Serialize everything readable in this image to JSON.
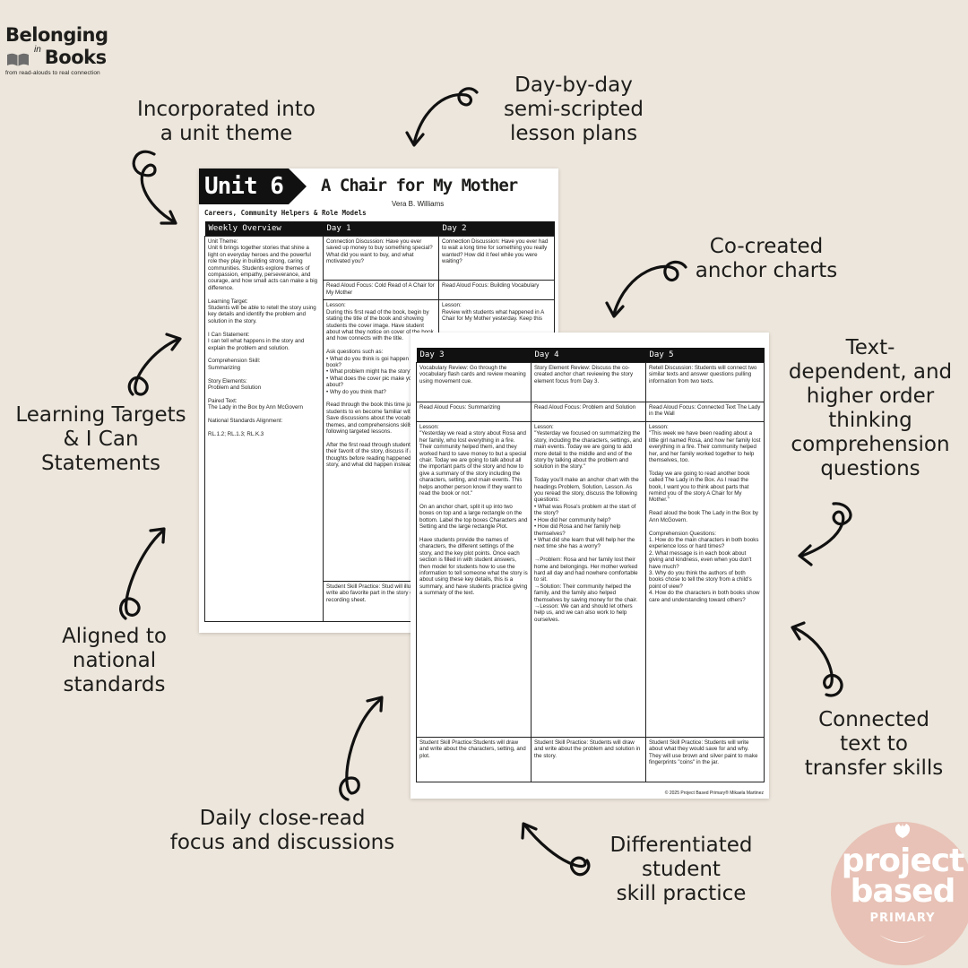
{
  "logo": {
    "line1": "Belonging",
    "small": "in",
    "line2": "Books",
    "tagline": "from read-alouds to real connection"
  },
  "callouts": {
    "unit_theme": "Incorporated into\na unit theme",
    "lesson_plans": "Day-by-day\nsemi-scripted\nlesson plans",
    "anchor_charts": "Co-created\nanchor charts",
    "text_dependent": "Text-\ndependent, and\nhigher order\nthinking\ncomprehension\nquestions",
    "learning_targets": "Learning Targets\n& I Can\nStatements",
    "national_standards": "Aligned to\nnational\nstandards",
    "connected_text": "Connected\ntext to\ntransfer skills",
    "close_read": "Daily close-read\nfocus and discussions",
    "differentiated": "Differentiated\nstudent\nskill practice"
  },
  "page1": {
    "unit": "Unit 6",
    "title": "A Chair for My Mother",
    "author": "Vera B. Williams",
    "theme_line": "Careers, Community Helpers & Role Models",
    "headers": [
      "Weekly Overview",
      "Day 1",
      "Day 2"
    ],
    "overview": "Unit Theme:\nUnit 6 brings together stories that shine a light on everyday heroes and the powerful role they play in building strong, caring communities. Students explore themes of compassion, empathy, perseverance, and courage, and how small acts can make a big difference.\n\nLearning Target:\nStudents will be able to retell the story using key details and identify the problem and solution in the story.\n\nI Can Statement:\nI can tell what happens in the story and explain the problem and solution.\n\nComprehension Skill:\nSummarizing\n\nStory Elements:\nProblem and Solution\n\nPaired Text:\nThe Lady in the Box by Ann McGovern\n\nNational Standards Alignment:\n\nRL.1.2; RL.1.3; RL.K.3",
    "day1": [
      "Connection Discussion: Have you ever saved up money to buy something special? What did you want to buy, and what motivated you?",
      "Read Aloud Focus: Cold Read of A Chair for My Mother",
      "Lesson:\nDuring this first read of the book, begin by stating the title of the book and showing students the cover image. Have student about what they notice on cover of the book and how connects with the title.\n\nAsk questions such as:\n•  What do you think is goi happen in this book?\n•  What problem might ha the story?\n•  What does the cover pic make you think about?\n•  Why do you think that?\n\nRead through the book this time just for students to en become familiar with the s Save discussions about the vocabulary, themes, and comprehensions skills for following targeted lessons.\n\nAfter the first read through students share their favorit of the story, discuss if any c thoughts before reading happened in the story, and what did happen instead, c",
      "Student Skill Practice: Stud will illustrate and write abo favorite part in the story or day 1 recording sheet."
    ],
    "day2": [
      "Connection Discussion: Have you ever had to wait a long time for something you really wanted? How did it feel while you were waiting?",
      "Read Aloud Focus: Building Vocabulary",
      "Lesson:\nReview with students what happened in A Chair for My Mother yesterday. Keep this"
    ]
  },
  "page2": {
    "headers": [
      "Day 3",
      "Day 4",
      "Day 5"
    ],
    "day3": [
      "Vocabulary Review: Go through the vocabulary flash cards and review meaning using movement cue.",
      "Read Aloud Focus: Summarizing",
      "Lesson:\n\"Yesterday we read a story about Rosa and her family, who lost everything in a fire. Their community helped them, and they worked hard to save money to but a special chair. Today we are going to talk about all the important parts of the story and how to give a summary of the story including the characters, setting, and main events. This helps another person know if they want to read the book or not.\"\n\nOn an anchor chart, split it up into two boxes on top and a large rectangle on the bottom. Label the top boxes Characters and Setting and the large rectangle Plot.\n\nHave students provide the names of characters, the different settings of the story, and the key plot points. Once each section is filled in with student answers, then model for students how to use the information to tell someone what the story is about using these key details, this is a summary, and have students practice giving a summary of the text.",
      "Student Skill Practice:Students will draw and write about the characters, setting, and plot."
    ],
    "day4": [
      "Story Element Review: Discuss the co-created anchor chart reviewing the story element focus from Day 3.",
      "Read Aloud Focus: Problem and Solution",
      "Lesson:\n\"Yesterday we focused on summarizing the story, including the characters, settings, and main events. Today we are going to add more detail to the middle and end of the story by talking about the problem and solution in the story.\"\n\nToday you'll make an anchor chart with the headings Problem, Solution, Lesson. As you reread the story, discuss the following questions:\n•  What was Rosa's problem at the start of the story?\n•  How did her community help?\n•  How did Rosa and her family help themselves?\n•  What did she learn that will help her the next time she has a worry?\n\n→Problem: Rosa and her family lost their home and belongings. Her mother worked hard all day and had nowhere comfortable to sit.\n→Solution: Their community helped the family, and the family also helped themselves by saving money for the chair.\n→Lesson: We can and should let others help us, and we can also work to help ourselves.",
      "Student Skill Practice: Students will draw and write about the problem and solution in the story."
    ],
    "day5": [
      "Retell Discussion: Students will connect two similar texts and answer questions pulling information from two texts.",
      "Read Aloud Focus: Connected Text The Lady in the Wall",
      "Lesson:\n\"This week we have been reading about a little girl named Rosa, and how her family lost everything in a fire. Their community helped her, and her family worked together to help themselves, too.\n\nToday we are going to read another book called The Lady in the Box. As I read the book, I want you to think about parts that remind you of the story A Chair for My Mother.\"\n\nRead aloud the book The Lady in the Box by Ann McGovern.\n\nComprehension Questions:\n1.  How do the main characters in both books experience loss or hard times?\n2.  What message is in each book about giving and kindness, even when you don't have much?\n3.  Why do you think the authors of both books chose to tell the story from a child's point of view?\n4.  How do the characters in both books show care and understanding toward others?",
      "Student Skill Practice: Students will write about what they would save for and why. They will use brown and silver paint to make fingerprints \"coins\" in the jar."
    ],
    "copyright": "© 2025 Project Based Primary® Mikaela Martinez"
  },
  "brand": {
    "line1": "project",
    "line2": "based",
    "line3": "PRIMARY",
    "color": "#e8c2b6"
  }
}
